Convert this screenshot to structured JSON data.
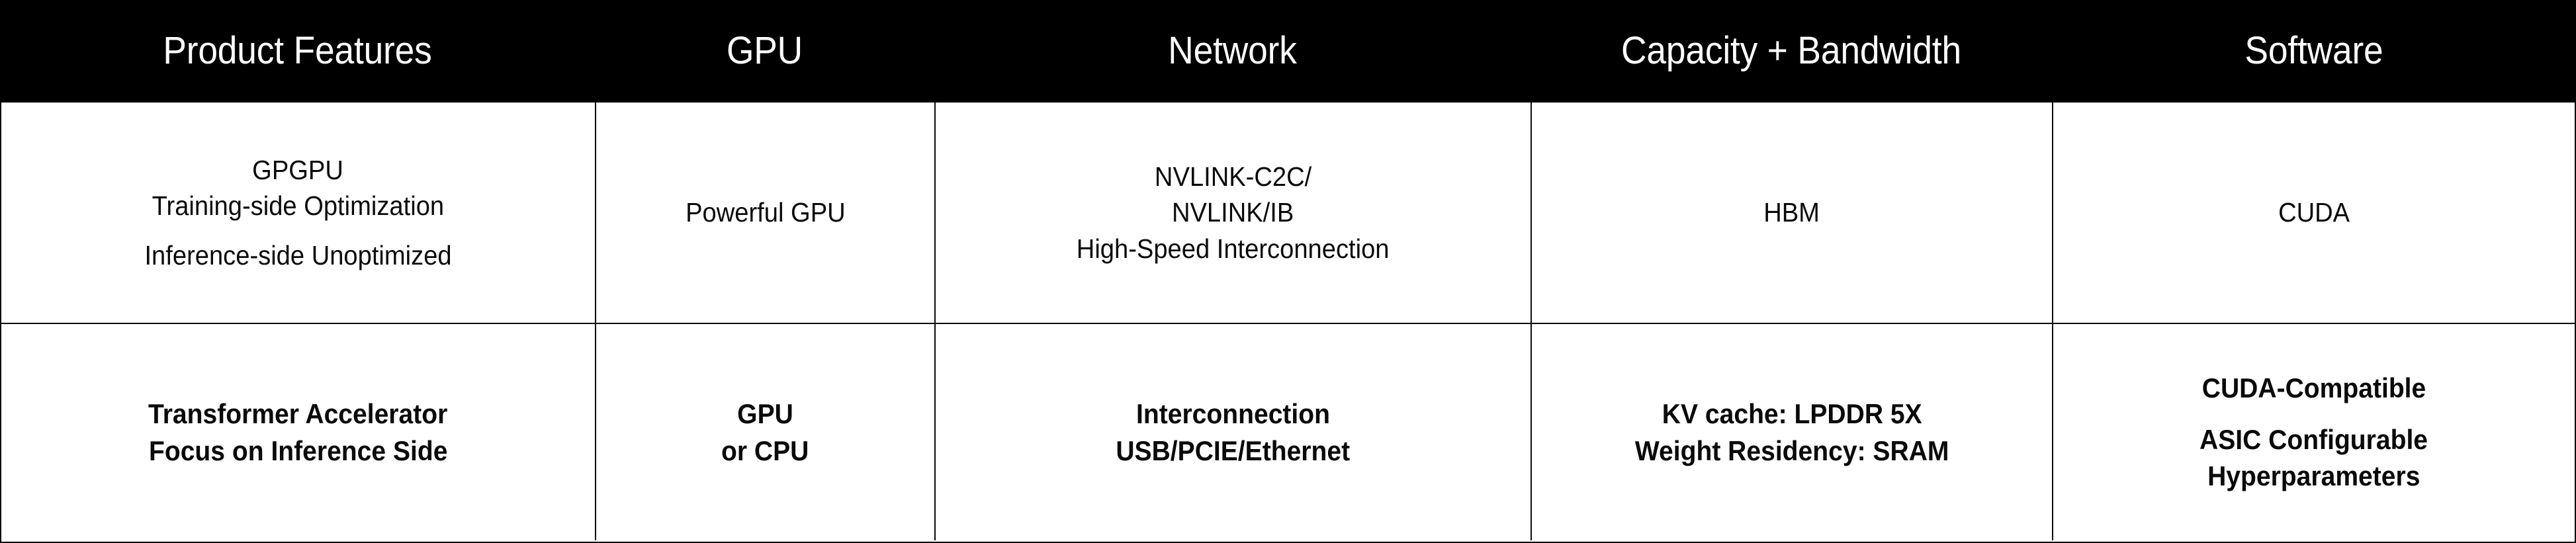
{
  "table": {
    "columns": [
      {
        "id": "product-features",
        "label": "Product Features"
      },
      {
        "id": "gpu",
        "label": "GPU"
      },
      {
        "id": "network",
        "label": "Network"
      },
      {
        "id": "capacity-bandwidth",
        "label": "Capacity + Bandwidth"
      },
      {
        "id": "software",
        "label": "Software"
      }
    ],
    "header_background": "#000000",
    "header_text_color": "#ffffff",
    "body_text_color": "#0a0a0a",
    "border_color": "#0a0a0a",
    "rows": [
      {
        "id": "gpgpu-row",
        "emphasis": "normal",
        "cells": {
          "product_features": {
            "lines": [
              "GPGPU",
              "Training-side Optimization",
              "",
              "Inference-side Unoptimized"
            ]
          },
          "gpu": {
            "lines": [
              "Powerful GPU"
            ]
          },
          "network": {
            "lines": [
              "NVLINK-C2C/",
              "NVLINK/IB",
              "High-Speed Interconnection"
            ]
          },
          "capacity_bandwidth": {
            "lines": [
              "HBM"
            ]
          },
          "software": {
            "lines": [
              "CUDA"
            ]
          }
        }
      },
      {
        "id": "transformer-accelerator-row",
        "emphasis": "bold",
        "cells": {
          "product_features": {
            "lines": [
              "Transformer Accelerator",
              "Focus on Inference Side"
            ]
          },
          "gpu": {
            "lines": [
              "GPU",
              "or CPU"
            ]
          },
          "network": {
            "lines": [
              "Interconnection",
              "USB/PCIE/Ethernet"
            ]
          },
          "capacity_bandwidth": {
            "lines": [
              "KV cache: LPDDR 5X",
              "Weight Residency: SRAM"
            ]
          },
          "software": {
            "lines": [
              "CUDA-Compatible",
              "",
              "ASIC Configurable",
              "Hyperparameters"
            ]
          }
        }
      }
    ]
  }
}
